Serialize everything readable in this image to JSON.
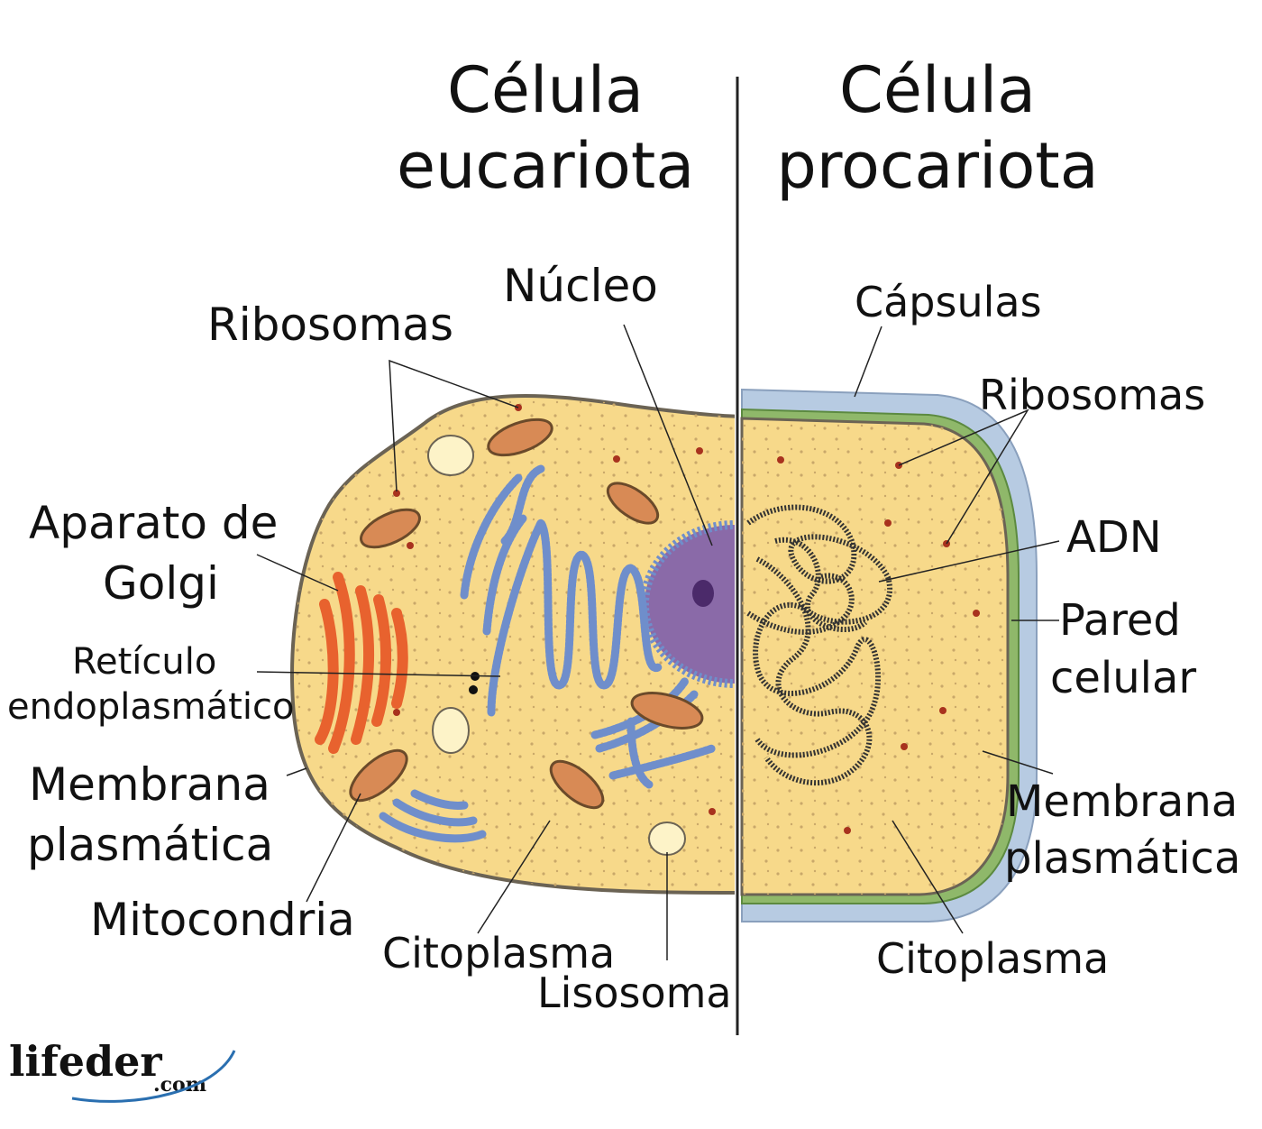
{
  "titles": {
    "eukaryote": [
      "Célula",
      "eucariota"
    ],
    "prokaryote": [
      "Célula",
      "procariota"
    ]
  },
  "eukaryote_labels": {
    "ribosomes": "Ribosomas",
    "nucleus": "Núcleo",
    "golgi": [
      "Aparato de",
      "Golgi"
    ],
    "er": [
      "Retículo",
      "endoplasmático"
    ],
    "membrane": [
      "Membrana",
      "plasmática"
    ],
    "mitochondria": "Mitocondria",
    "cytoplasm": "Citoplasma",
    "lysosome": "Lisosoma"
  },
  "prokaryote_labels": {
    "capsule": "Cápsulas",
    "ribosomes": "Ribosomas",
    "dna": "ADN",
    "cell_wall": [
      "Pared",
      "celular"
    ],
    "membrane": [
      "Membrana",
      "plasmática"
    ],
    "cytoplasm": "Citoplasma"
  },
  "logo": {
    "name": "lifeder",
    "suffix": ".com"
  },
  "colors": {
    "cytoplasm": "#f7d98a",
    "membrane": "#6b6354",
    "nucleus": "#8a6aa8",
    "er": "#6f8ecb",
    "golgi": "#e8622e",
    "mito": "#d88a55",
    "capsule": "#b7cbe2",
    "wall": "#8fb86a"
  }
}
